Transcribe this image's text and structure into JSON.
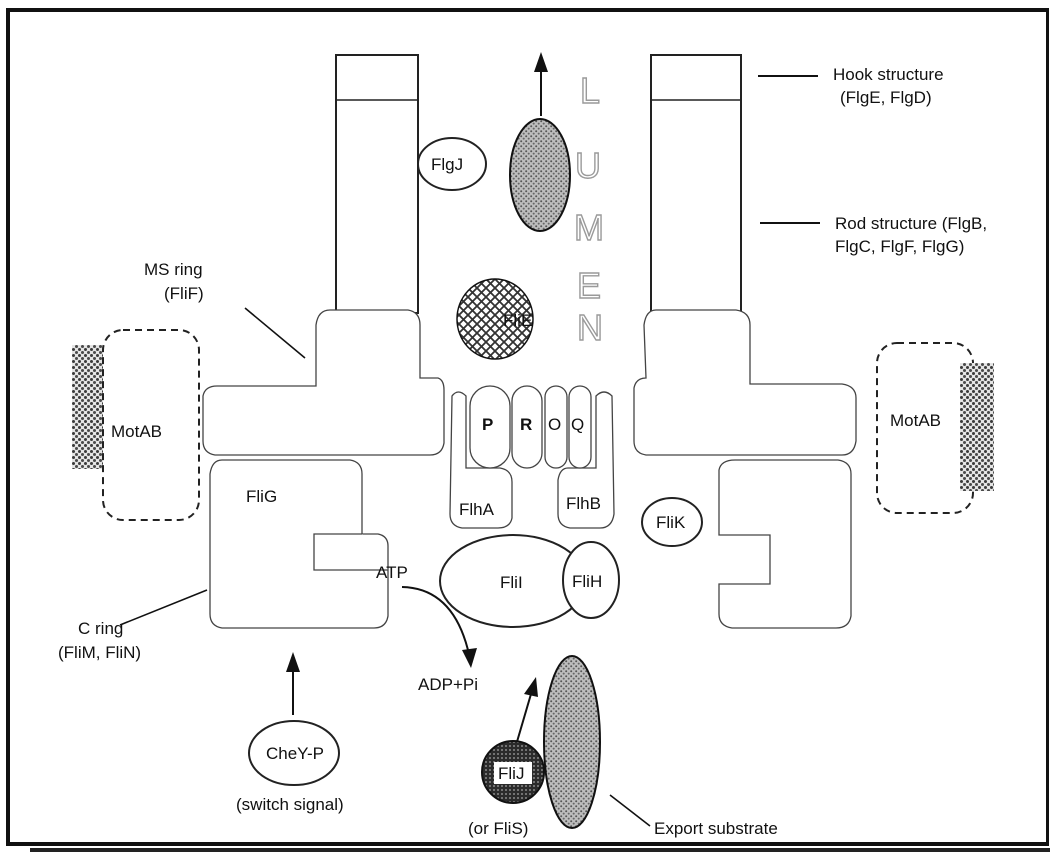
{
  "labels": {
    "hook_structure": "Hook structure",
    "hook_proteins": "(FlgE, FlgD)",
    "rod_structure_1": "Rod structure (FlgB,",
    "rod_structure_2": "FlgC, FlgF, FlgG)",
    "ms_ring": "MS ring",
    "ms_ring_protein": "(FliF)",
    "c_ring": "C ring",
    "c_ring_proteins": "(FliM, FliN)",
    "flgj": "FlgJ",
    "flie": "FliE",
    "motab_left": "MotAB",
    "motab_right": "MotAB",
    "flig": "FliG",
    "p": "P",
    "r": "R",
    "o": "O",
    "q": "Q",
    "flha": "FlhA",
    "flhb": "FlhB",
    "flik": "FliK",
    "flii": "FliI",
    "flih": "FliH",
    "atp": "ATP",
    "adp": "ADP+Pi",
    "chey": "CheY-P",
    "switch_signal": "(switch signal)",
    "flij": "FliJ",
    "or_flis": "(or FliS)",
    "export_substrate": "Export substrate"
  },
  "lumen_letters": [
    "L",
    "U",
    "M",
    "E",
    "N"
  ]
}
